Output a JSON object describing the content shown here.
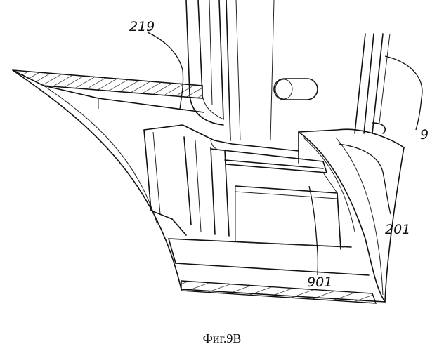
{
  "labels": {
    "ref_219": "219",
    "ref_9": "9",
    "ref_201": "201",
    "ref_901": "901"
  },
  "caption": "Фиг.9B"
}
